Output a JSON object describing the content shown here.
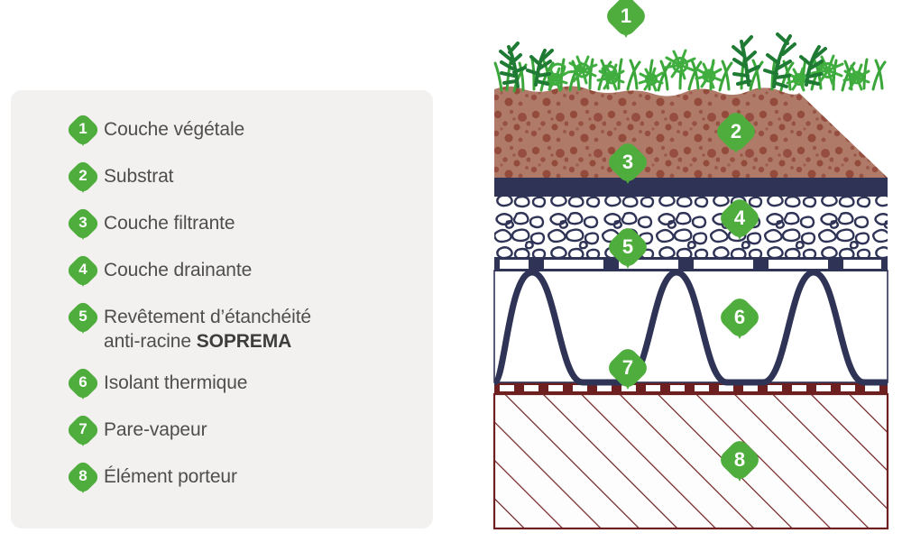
{
  "legend": {
    "items": [
      {
        "number": "1",
        "label": "Couche végétale",
        "label_bold": "",
        "marker": "pin-marker-1"
      },
      {
        "number": "2",
        "label": "Substrat",
        "label_bold": "",
        "marker": "pin-marker-2"
      },
      {
        "number": "3",
        "label": "Couche filtrante",
        "label_bold": "",
        "marker": "pin-marker-3"
      },
      {
        "number": "4",
        "label": "Couche drainante",
        "label_bold": "",
        "marker": "pin-marker-4"
      },
      {
        "number": "5",
        "label_line1": "Revêtement d’étanchéité",
        "label_line2_plain": "anti-racine ",
        "label_bold": "SOPREMA",
        "marker": "pin-marker-5"
      },
      {
        "number": "6",
        "label": "Isolant thermique",
        "label_bold": "",
        "marker": "pin-marker-6"
      },
      {
        "number": "7",
        "label": "Pare-vapeur",
        "label_bold": "",
        "marker": "pin-marker-7"
      },
      {
        "number": "8",
        "label": "Élément porteur",
        "label_bold": "",
        "marker": "pin-marker-8"
      }
    ]
  },
  "diagram": {
    "callouts": [
      {
        "number": "1",
        "target": "couche-vegetale"
      },
      {
        "number": "2",
        "target": "substrat"
      },
      {
        "number": "3",
        "target": "couche-filtrante"
      },
      {
        "number": "4",
        "target": "couche-drainante"
      },
      {
        "number": "5",
        "target": "revetement-etancheite"
      },
      {
        "number": "6",
        "target": "isolant-thermique"
      },
      {
        "number": "7",
        "target": "pare-vapeur"
      },
      {
        "number": "8",
        "target": "element-porteur"
      }
    ],
    "layers": [
      {
        "name": "couche-vegetale",
        "kind": "vegetation"
      },
      {
        "name": "substrat",
        "kind": "soil-dots"
      },
      {
        "name": "couche-filtrante",
        "kind": "solid-band"
      },
      {
        "name": "couche-drainante",
        "kind": "gravel"
      },
      {
        "name": "revetement-etancheite",
        "kind": "dashed-band"
      },
      {
        "name": "isolant-thermique",
        "kind": "wave"
      },
      {
        "name": "pare-vapeur",
        "kind": "dashed-band-red"
      },
      {
        "name": "element-porteur",
        "kind": "hatch"
      }
    ]
  },
  "colors": {
    "panel_bg": "#f2f1ef",
    "green": "#4ead3c",
    "green_dark": "#35892a",
    "navy": "#2f3456",
    "soil": "#b07a68",
    "soil_dot": "#8e4434",
    "dark_red": "#6e1f1f",
    "text": "#4e4e4e",
    "white": "#ffffff"
  }
}
